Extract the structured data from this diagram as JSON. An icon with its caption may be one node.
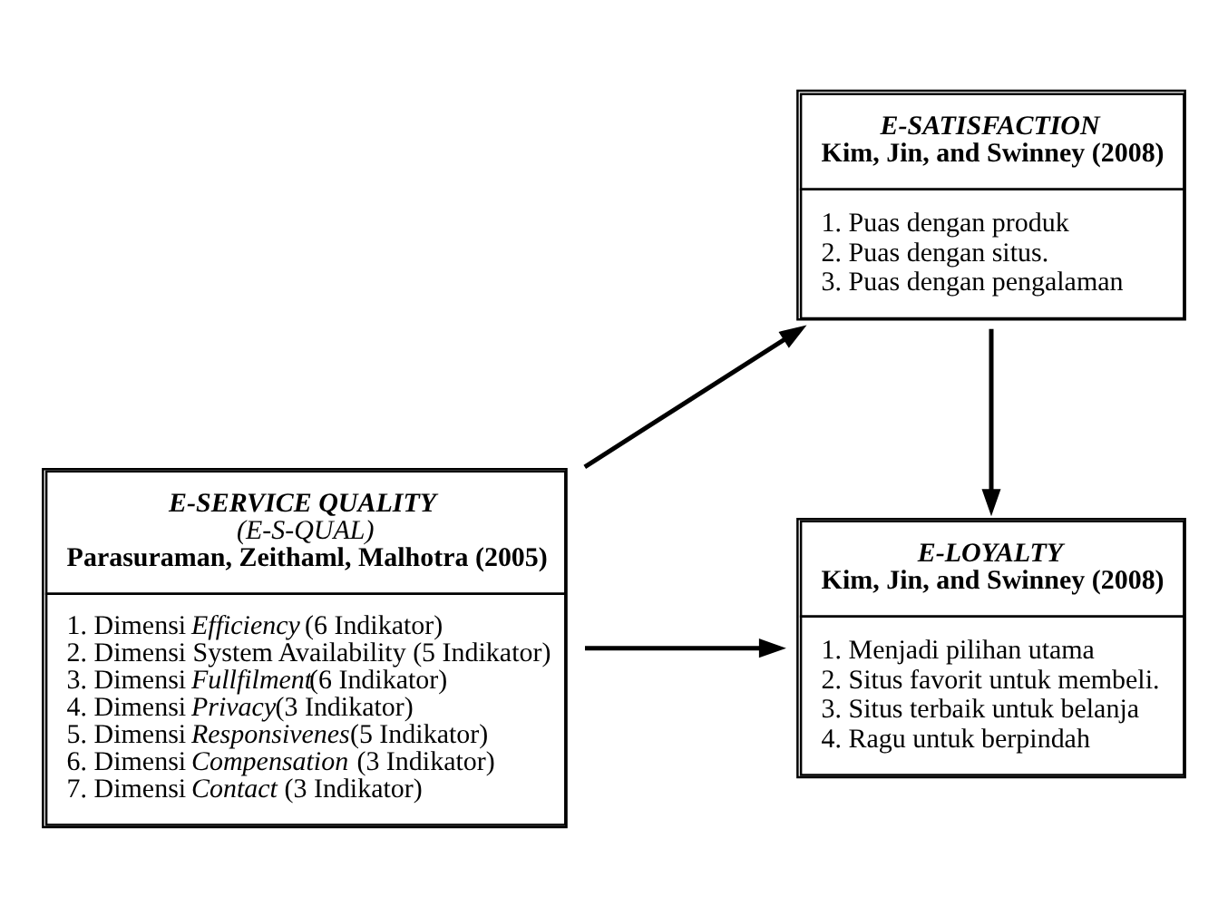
{
  "diagram": {
    "nodes": [
      {
        "text": [
          "E-SATISFACTION",
          "Kim, Jin, and Swinney (2008)",
          "1. Puas dengan produk",
          "2. Puas dengan situs.",
          "3. Puas dengan pengalaman"
        ]
      },
      {
        "text": [
          "E-SERVICE QUALITY",
          "(E-S-QUAL)",
          "Parasuraman, Zeithaml, Malhotra (2005)",
          "1. Dimensi *Efficiency* (6 Indikator)",
          "2. Dimensi System Availability (5 Indikator)",
          "3. Dimensi *Fullfilment*(6 Indikator)",
          "4. Dimensi *Privacy*(3 Indikator)",
          "5. Dimensi *Responsivenes*(5 Indikator)",
          "6. Dimensi *Compensation* (3 Indikator)",
          "7. Dimensi *Contact* (3 Indikator)"
        ]
      },
      {
        "text": [
          "E-LOYALTY",
          "Kim, Jin, and Swinney (2008)",
          "1. Menjadi pilihan utama",
          "2. Situs favorit untuk membeli.",
          "3. Situs terbaik untuk belanja",
          "4. Ragu untuk berpindah"
        ]
      }
    ],
    "edges": [
      {
        "from": 1,
        "to": 0,
        "arrow": "to"
      },
      {
        "from": 0,
        "to": 2,
        "arrow": "to"
      },
      {
        "from": 1,
        "to": 2,
        "arrow": "to"
      }
    ]
  }
}
